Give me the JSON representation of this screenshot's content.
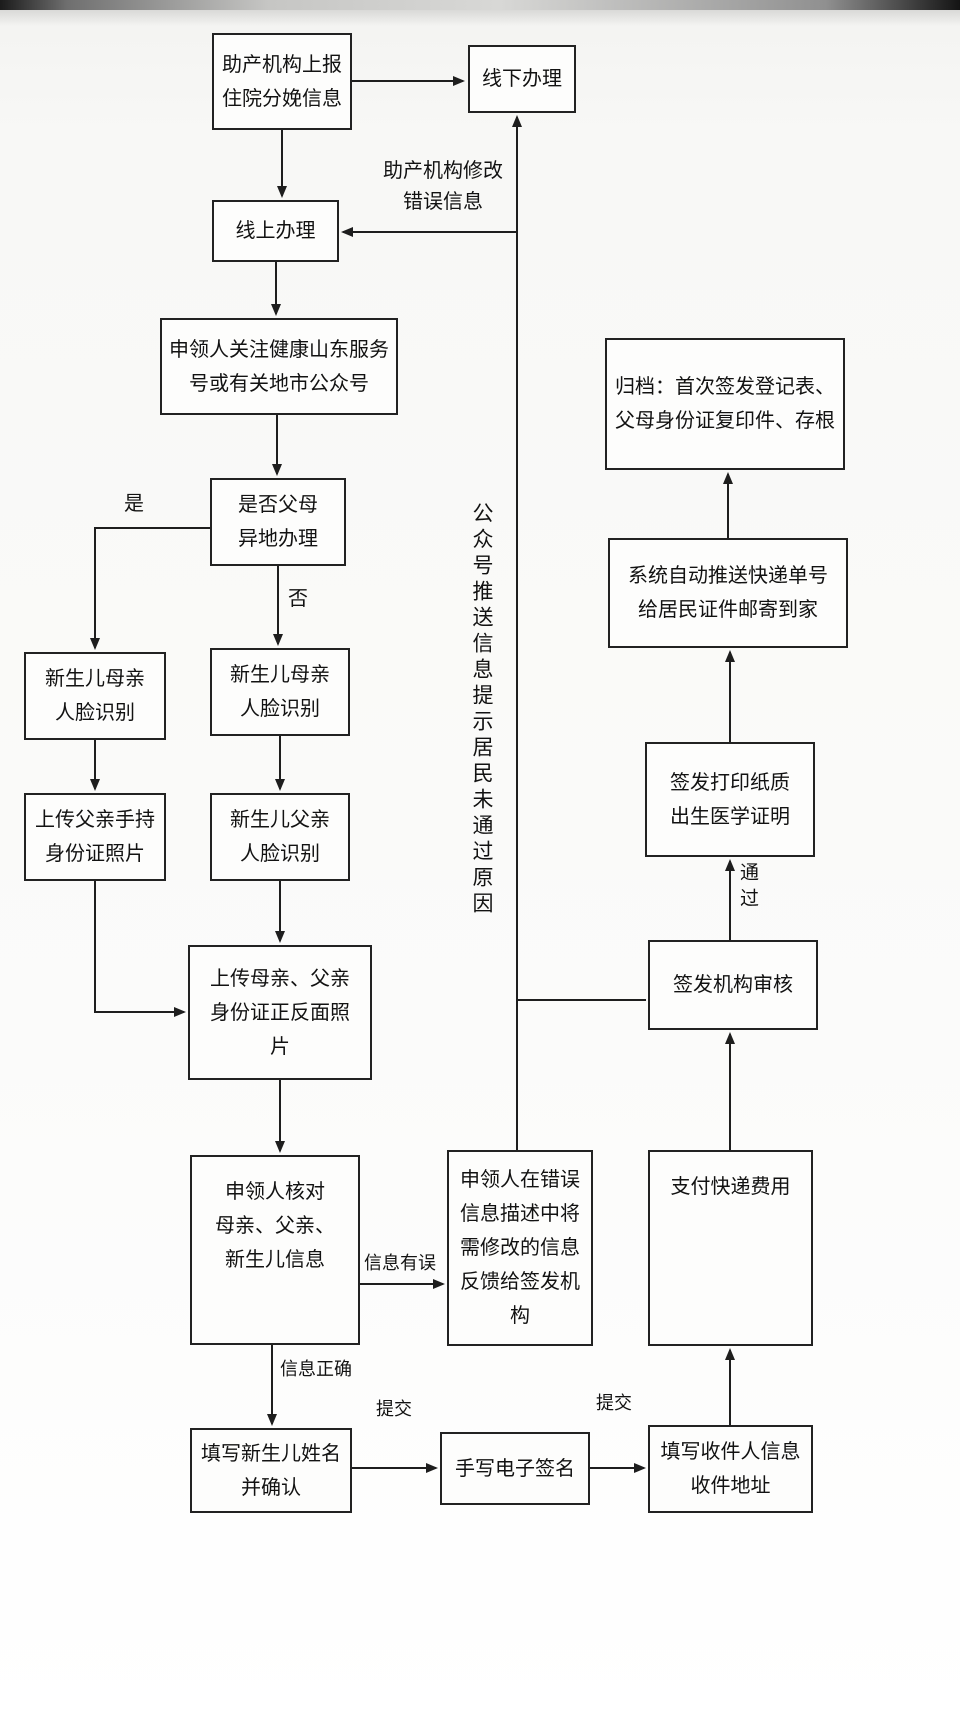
{
  "flowchart": {
    "title_hint": "出生医学证明线上办理流程图",
    "nodes": {
      "report": {
        "label": "助产机构上报\n住院分娩信息"
      },
      "offline": {
        "label": "线下办理"
      },
      "online": {
        "label": "线上办理"
      },
      "follow": {
        "label": "申领人关注健康山东服务\n号或有关地市公众号"
      },
      "remote_check": {
        "label": "是否父母\n异地办理"
      },
      "mother_face_remote": {
        "label": "新生儿母亲\n人脸识别"
      },
      "mother_face_local": {
        "label": "新生儿母亲\n人脸识别"
      },
      "father_photo": {
        "label": "上传父亲手持\n身份证照片"
      },
      "father_face": {
        "label": "新生儿父亲\n人脸识别"
      },
      "upload_ids": {
        "label": "上传母亲、父亲\n身份证正反面照\n片"
      },
      "verify_info": {
        "label": "申领人核对\n母亲、父亲、\n新生儿信息"
      },
      "feedback": {
        "label": "申领人在错误\n信息描述中将\n需修改的信息\n反馈给签发机\n构"
      },
      "fill_name": {
        "label": "填写新生儿姓名\n并确认"
      },
      "signature": {
        "label": "手写电子签名"
      },
      "recipient": {
        "label": "填写收件人信息\n收件地址"
      },
      "pay": {
        "label": "支付快递费用"
      },
      "review": {
        "label": "签发机构审核"
      },
      "issue_print": {
        "label": "签发打印纸质\n出生医学证明"
      },
      "push_tracking": {
        "label": "系统自动推送快递单号\n给居民证件邮寄到家"
      },
      "archive": {
        "label": "归档：首次签发登记表、\n父母身份证复印件、存根"
      }
    },
    "edge_labels": {
      "yes": "是",
      "no": "否",
      "fix_info": "助产机构修改\n错误信息",
      "info_wrong": "信息有误",
      "info_correct": "信息正确",
      "submit1": "提交",
      "submit2": "提交",
      "pass": "通过",
      "notify": "公众号推送信息提示居民未通过原因"
    },
    "colors": {
      "line": "#1e1e1e",
      "box_border": "#222222",
      "box_fill": "#fdfdfc"
    }
  }
}
